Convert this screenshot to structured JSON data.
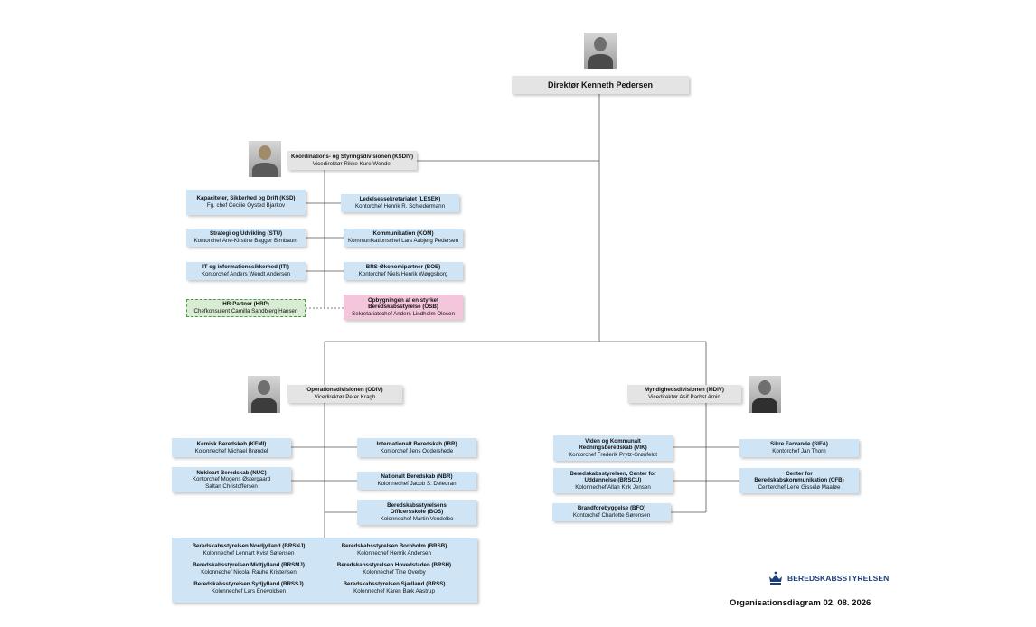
{
  "director": {
    "title": "Direktør Kenneth Pedersen"
  },
  "ksdiv": {
    "title": "Koordinations- og Styringsdivisionen (KSDIV)",
    "person": "Vicedirektør Rikke Kure Wendel"
  },
  "ksdiv_left": [
    {
      "title": "Kapaciteter, Sikkerhed og Drift (KSD)",
      "person": "Fg. chef Cecilie Oysted Bjarkov"
    },
    {
      "title": "Strategi og Udvikling (STU)",
      "person": "Kontorchef Ane-Kirstine Bagger Birnbaum"
    },
    {
      "title": "IT og informationssikkerhed (ITI)",
      "person": "Kontorchef Anders Wendt Andersen"
    },
    {
      "title": "HR-Partner (HRP)",
      "person": "Chefkonsulent Camilla Sandbjerg Hansen"
    }
  ],
  "ksdiv_right": [
    {
      "title": "Ledelsessekretariatet (LESEK)",
      "person": "Kontorchef Henrik R. Schledermann"
    },
    {
      "title": "Kommunikation (KOM)",
      "person": "Kommunikationschef Lars Aabjerg Pedersen"
    },
    {
      "title": "BRS-Økonomipartner (BOE)",
      "person": "Kontorchef Niels Henrik Wøggsborg"
    },
    {
      "title": "Opbygningen af en styrket Beredskabsstyrelse (OSB)",
      "person": "Sekretariatschef Anders Lindholm Olesen"
    }
  ],
  "odiv": {
    "title": "Operationsdivisionen (ODIV)",
    "person": "Vicedirektør Peter Kragh"
  },
  "odiv_left": [
    {
      "title": "Kemisk Beredskab (KEMI)",
      "person": "Kolonnechef Michael Brøndel"
    },
    {
      "title": "Nukleart Beredskab (NUC)",
      "person": "Kontorchef Mogens Østergaard Saltan Christoffersen"
    }
  ],
  "odiv_right": [
    {
      "title": "Internationalt Beredskab (IBR)",
      "person": "Kontorchef Jens Oddershede"
    },
    {
      "title": "Nationalt Beredskab (NBR)",
      "person": "Kolonnechef Jacob S. Deleuran"
    },
    {
      "title": "Beredskabsstyrelsens Officersskole (BOS)",
      "person": "Kolonnechef Martin Vendelbo"
    }
  ],
  "regional": [
    {
      "title": "Beredskabsstyrelsen Nordjylland (BRSNJ)",
      "person": "Kolonnechef Lennart Kvist Sørensen"
    },
    {
      "title": "Beredskabsstyrelsen Bornholm (BRSB)",
      "person": "Kolonnechef Henrik Andersen"
    },
    {
      "title": "Beredskabsstyrelsen Midtjylland (BRSMJ)",
      "person": "Kolonnechef Nicolai Rauhe Kristensen"
    },
    {
      "title": "Beredskabsstyrelsen Hovedstaden (BRSH)",
      "person": "Kolonnechef Tine Overby"
    },
    {
      "title": "Beredskabsstyrelsen Sydjylland (BRSSJ)",
      "person": "Kolonnechef Lars Enevoldsen"
    },
    {
      "title": "Beredskabsstyrelsen Sjælland (BRSS)",
      "person": "Kolonnechef Karen Bæk Aastrup"
    }
  ],
  "mdiv": {
    "title": "Myndighedsdivisionen (MDIV)",
    "person": "Vicedirektør Asif Parbst Amin"
  },
  "mdiv_left": [
    {
      "title": "Viden og Kommunalt Redningsberedskab (VIK)",
      "person": "Kontorchef Frederik Prytz-Grønfeldt"
    },
    {
      "title": "Beredskabsstyrelsen, Center for Uddannelse (BRSCU)",
      "person": "Kolonnechef Allan Kirk Jensen"
    },
    {
      "title": "Brandforebyggelse (BFO)",
      "person": "Kontorchef Charlotte Sørensen"
    }
  ],
  "mdiv_right": [
    {
      "title": "Sikre Farvande (SIFA)",
      "person": "Kontorchef Jan Thorn"
    },
    {
      "title": "Center for Beredskabskommunikation (CFB)",
      "person": "Centerchef Lene Gisselø Maaløe"
    }
  ],
  "logo": {
    "text": "BEREDSKABSSTYRELSEN",
    "icon": "crown-icon",
    "color": "#1d3f78"
  },
  "footer": {
    "title": "Organisationsdiagram 02. 08. 2026"
  },
  "colors": {
    "unit": "#cfe5f6",
    "division": "#e4e4e4",
    "project": "#f4c6dc",
    "partner": "#d7ecd2",
    "line": "#555555"
  }
}
